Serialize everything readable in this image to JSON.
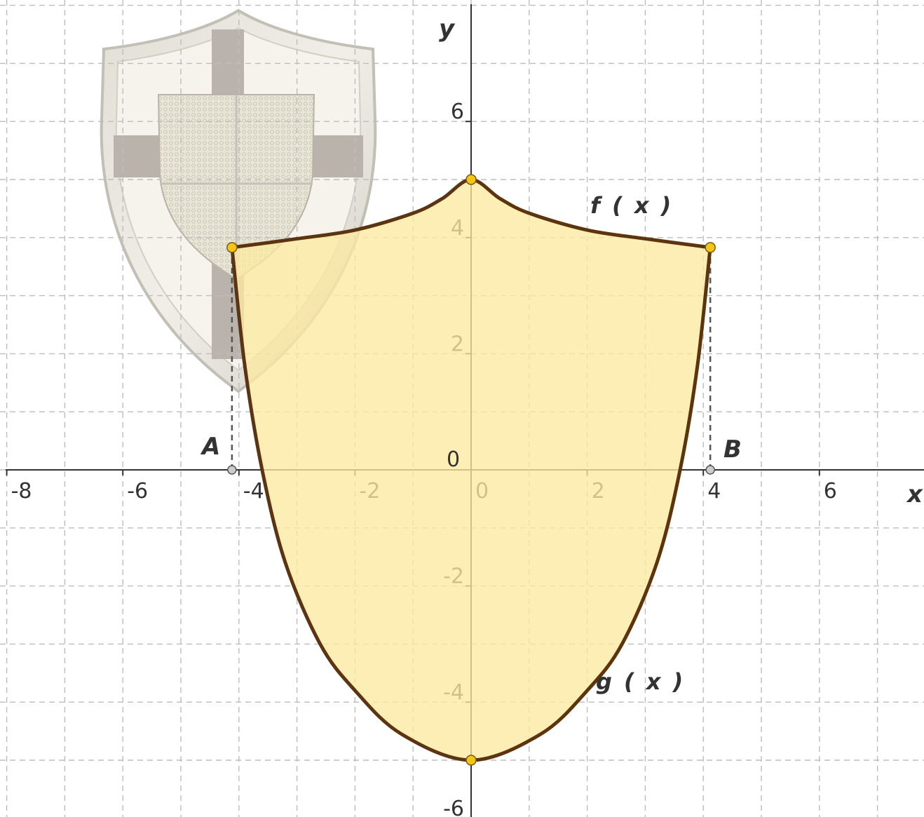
{
  "chart_data": {
    "type": "area",
    "title": "",
    "xlabel": "x",
    "ylabel": "y",
    "xlim": [
      -8,
      8
    ],
    "ylim": [
      -6,
      8
    ],
    "grid": true,
    "x_ticks": [
      "-8",
      "-6",
      "-4",
      "-2",
      "0",
      "2",
      "4",
      "6"
    ],
    "y_ticks": [
      "6",
      "4",
      "2",
      "0",
      "-2",
      "-4",
      "-6"
    ],
    "series": [
      {
        "name": "f(x)",
        "label": "f ( x )",
        "color": "#5c3510",
        "x": [
          -4.12,
          -3,
          -2,
          -1,
          -0.5,
          0,
          0.5,
          1,
          2,
          3,
          4.12
        ],
        "y": [
          3.83,
          3.98,
          4.13,
          4.42,
          4.67,
          5.0,
          4.67,
          4.42,
          4.13,
          3.98,
          3.83
        ]
      },
      {
        "name": "g(x)",
        "label": "g ( x )",
        "color": "#5c3510",
        "x": [
          -4.12,
          -3.9,
          -3.6,
          -3.2,
          -2.6,
          -2.0,
          -1.2,
          0,
          1.2,
          2.0,
          2.6,
          3.2,
          3.6,
          3.9,
          4.12
        ],
        "y": [
          3.83,
          1.8,
          0.0,
          -1.6,
          -3.0,
          -3.8,
          -4.55,
          -5.0,
          -4.55,
          -3.8,
          -3.0,
          -1.6,
          0.0,
          1.8,
          3.83
        ]
      }
    ],
    "fill_color": "#fde9a0",
    "points": [
      {
        "label": "A",
        "x": -4.12,
        "y": 0
      },
      {
        "label": "B",
        "x": 4.12,
        "y": 0
      }
    ],
    "vertices": [
      {
        "x": -4.12,
        "y": 3.83
      },
      {
        "x": 0,
        "y": 5.0
      },
      {
        "x": 4.12,
        "y": 3.83
      },
      {
        "x": 0,
        "y": -5.0
      }
    ],
    "origin_label": "0"
  },
  "colors": {
    "curve": "#5c3510",
    "fill": "#fde9a0",
    "vertex": "#f3c615",
    "grid": "#bdbdbd",
    "axis": "#333333"
  },
  "background_image": "shield-with-cross"
}
